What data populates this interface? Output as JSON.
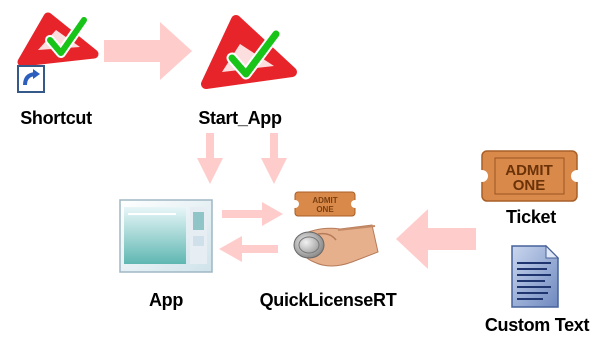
{
  "nodes": {
    "shortcut": {
      "label": "Shortcut"
    },
    "start_app": {
      "label": "Start_App"
    },
    "app": {
      "label": "App"
    },
    "quicklicense": {
      "label": "QuickLicenseRT"
    },
    "ticket": {
      "label": "Ticket"
    },
    "custom_text": {
      "label": "Custom Text"
    }
  },
  "ticket_text": {
    "line1": "ADMIT",
    "line2": "ONE"
  },
  "colors": {
    "arrow": "#ffcccc",
    "logo_red": "#e8242b",
    "check_green": "#18c418",
    "ticket_orange": "#d98a4b"
  }
}
